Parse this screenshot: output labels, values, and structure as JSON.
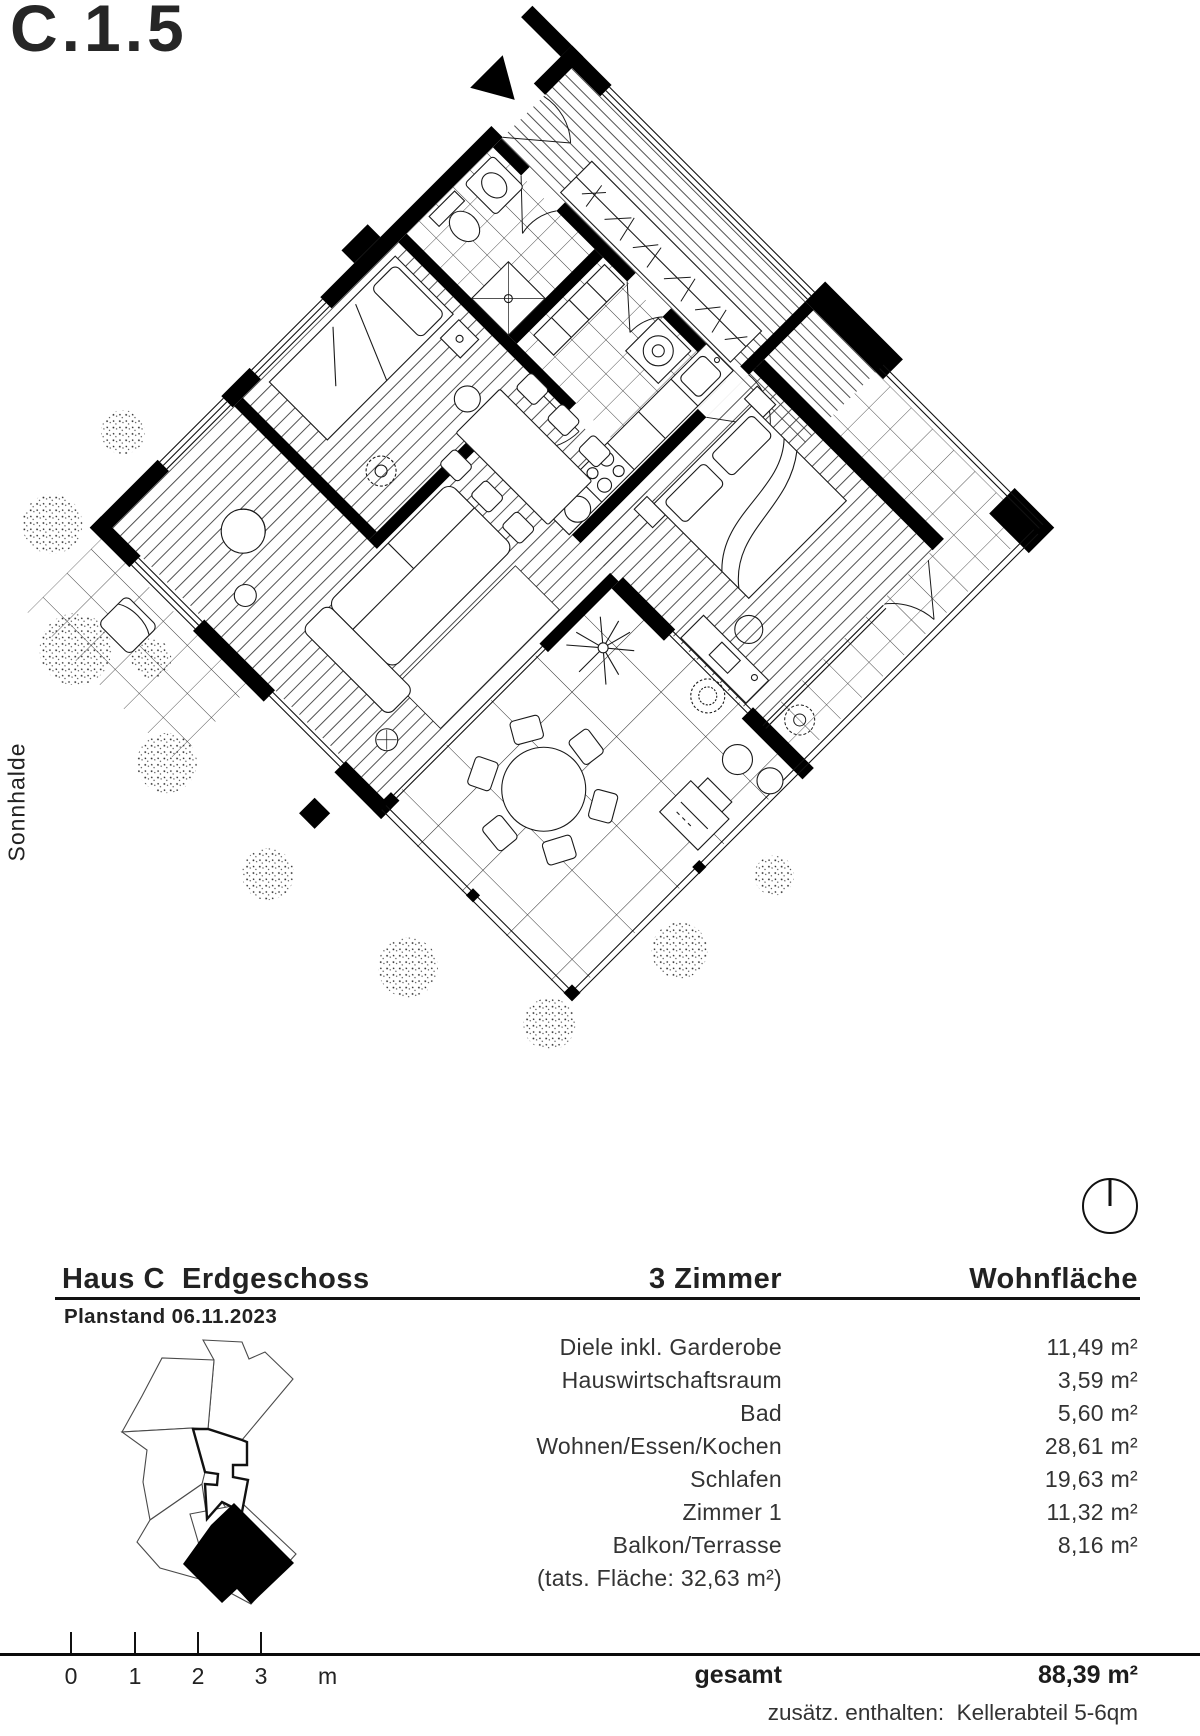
{
  "title": "C.1.5",
  "side_label": "Sonnhalde",
  "header": {
    "house": "Haus C  Erdgeschoss",
    "plan_date": "Planstand 06.11.2023",
    "rooms_count": "3 Zimmer",
    "area_column": "Wohnfläche"
  },
  "area_table": {
    "rows": [
      {
        "label": "Diele inkl. Garderobe",
        "value": "11,49 m²"
      },
      {
        "label": "Hauswirtschaftsraum",
        "value": "3,59 m²"
      },
      {
        "label": "Bad",
        "value": "5,60 m²"
      },
      {
        "label": "Wohnen/Essen/Kochen",
        "value": "28,61 m²"
      },
      {
        "label": "Schlafen",
        "value": "19,63 m²"
      },
      {
        "label": "Zimmer 1",
        "value": "11,32 m²"
      },
      {
        "label": "Balkon/Terrasse",
        "value": "8,16 m²"
      },
      {
        "label": "(tats. Fläche: 32,63 m²)",
        "value": ""
      }
    ],
    "total_label": "gesamt",
    "total_value": "88,39 m²",
    "additional": "zusätz. enthalten:  Kellerabteil 5-6qm"
  },
  "scale_bar": {
    "ticks": [
      "0",
      "1",
      "2",
      "3"
    ],
    "unit": "m"
  },
  "icons": {
    "north_indicator": "compass-circle-with-north-line",
    "entrance_marker": "black-triangle"
  },
  "colors": {
    "ink": "#1a1a1a",
    "wall": "#000000",
    "hatch": "#3c3c3c",
    "background": "#ffffff"
  }
}
